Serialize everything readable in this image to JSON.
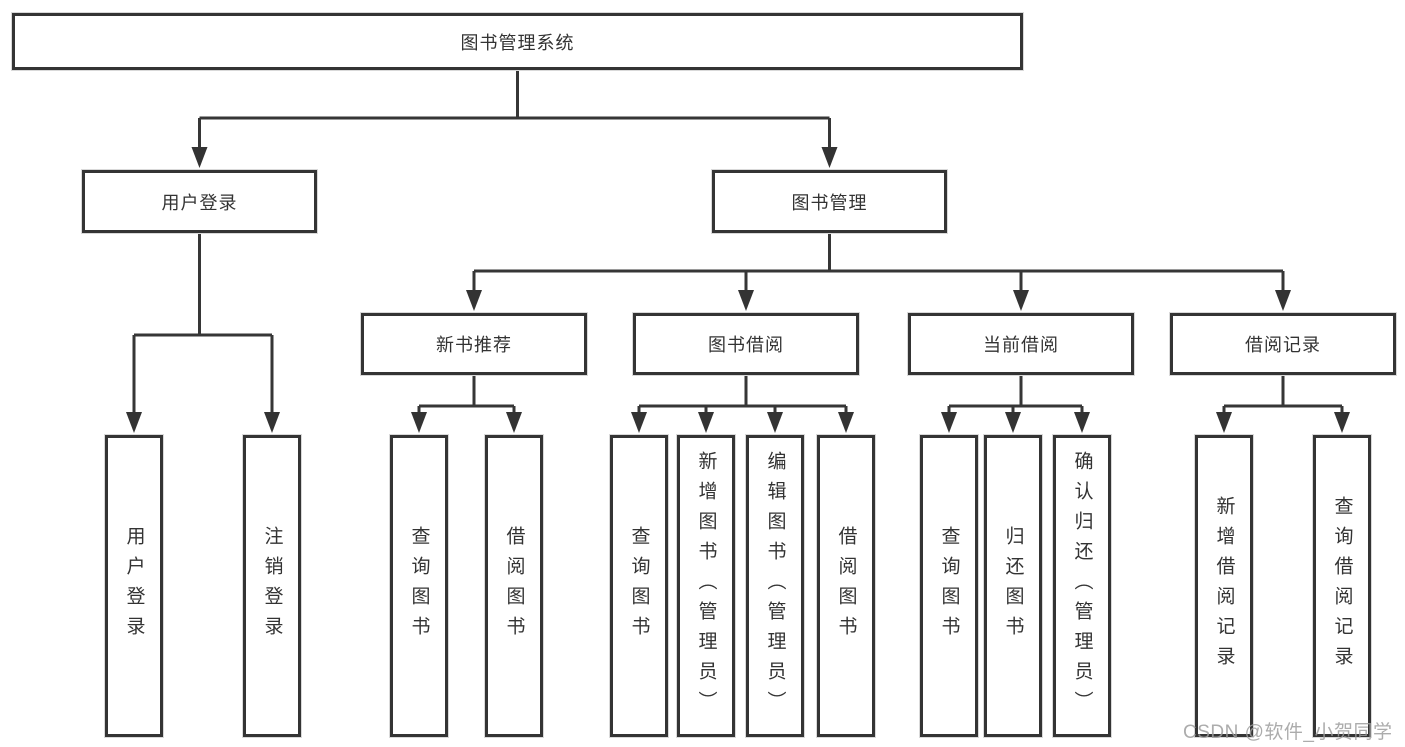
{
  "diagram": {
    "title": "图书管理系统",
    "tree": {
      "root": {
        "label": "图书管理系统",
        "children": [
          {
            "label": "用户登录",
            "children": [
              {
                "label": "用户登录"
              },
              {
                "label": "注销登录"
              }
            ]
          },
          {
            "label": "图书管理",
            "children": [
              {
                "label": "新书推荐",
                "children": [
                  {
                    "label": "查询图书"
                  },
                  {
                    "label": "借阅图书"
                  }
                ]
              },
              {
                "label": "图书借阅",
                "children": [
                  {
                    "label": "查询图书"
                  },
                  {
                    "label": "新增图书（管理员）"
                  },
                  {
                    "label": "编辑图书（管理员）"
                  },
                  {
                    "label": "借阅图书"
                  }
                ]
              },
              {
                "label": "当前借阅",
                "children": [
                  {
                    "label": "查询图书"
                  },
                  {
                    "label": "归还图书"
                  },
                  {
                    "label": "确认归还（管理员）"
                  }
                ]
              },
              {
                "label": "借阅记录",
                "children": [
                  {
                    "label": "新增借阅记录"
                  },
                  {
                    "label": "查询借阅记录"
                  }
                ]
              }
            ]
          }
        ]
      }
    },
    "colors": {
      "line": "#363636",
      "text": "#333333",
      "background": "#ffffff",
      "watermark": "#9e9e9e"
    }
  },
  "watermark": {
    "text": "CSDN @软件_小贺同学"
  }
}
